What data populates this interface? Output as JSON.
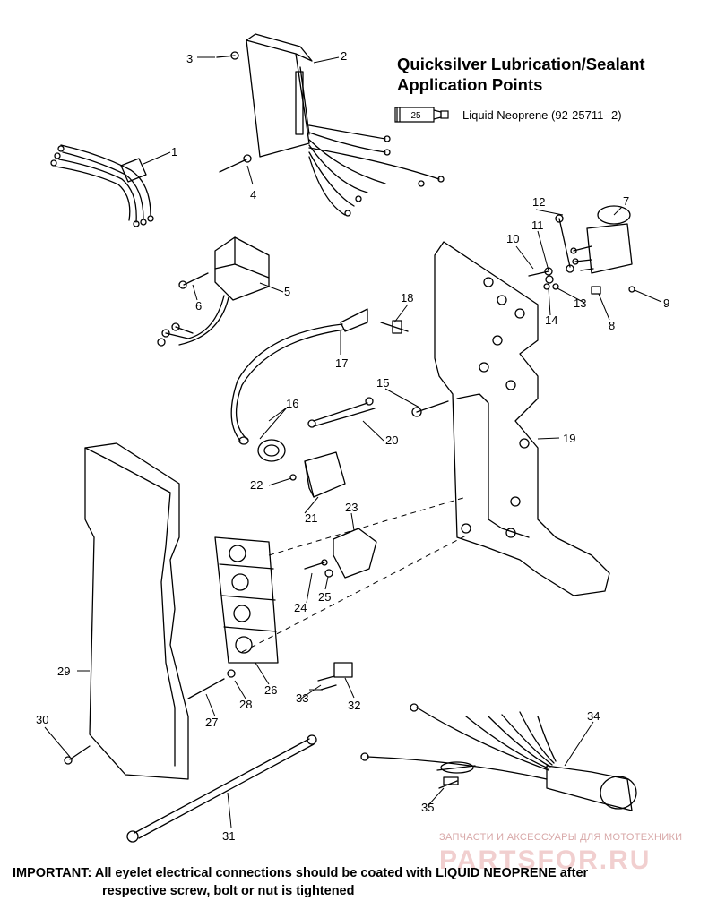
{
  "title": {
    "line1": "Quicksilver Lubrication/Sealant",
    "line2": "Application Points"
  },
  "legend": {
    "tube_number": "25",
    "text": "Liquid Neoprene (92-25711--2)"
  },
  "callouts": [
    "1",
    "2",
    "3",
    "4",
    "5",
    "6",
    "7",
    "8",
    "9",
    "10",
    "11",
    "12",
    "13",
    "14",
    "15",
    "16",
    "17",
    "18",
    "19",
    "20",
    "21",
    "22",
    "23",
    "24",
    "25",
    "26",
    "27",
    "28",
    "29",
    "30",
    "31",
    "32",
    "33",
    "34",
    "35"
  ],
  "footer": {
    "important_label": "IMPORTANT:",
    "line1": "All eyelet electrical connections should be coated with LIQUID NEOPRENE after",
    "line2": "respective screw, bolt or nut is tightened"
  },
  "watermark": {
    "tagline": "ЗАПЧАСТИ И АКСЕССУАРЫ ДЛЯ МОТОТЕХНИКИ",
    "brand": "PARTSFOR.RU"
  },
  "colors": {
    "line": "#000000",
    "background": "#ffffff",
    "watermark": "#f1cfcf"
  }
}
